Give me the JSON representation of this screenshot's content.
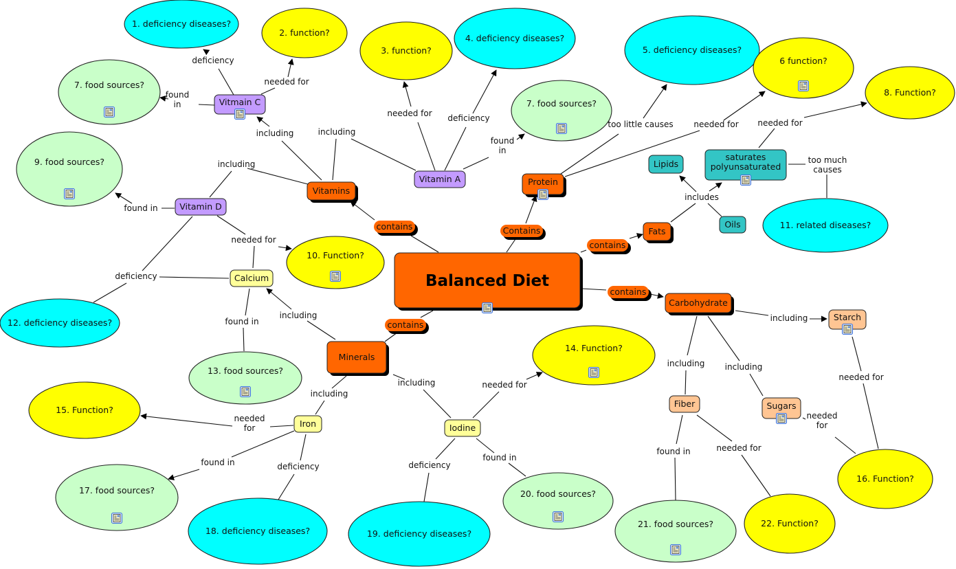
{
  "title": "Balanced Diet",
  "colors": {
    "main": "#ff6600",
    "vitamin_box": "#c39bff",
    "mineral_box": "#ffff99",
    "carb_box": "#ffc593",
    "fat_box": "#33c5c5",
    "function_oval": "#ffff00",
    "disease_oval": "#00ffff",
    "food_oval": "#c9ffc9"
  },
  "nodes": [
    {
      "id": "balanced",
      "text": "Balanced Diet",
      "kind": "root",
      "has_doc": true
    },
    {
      "id": "vitamins",
      "text": "Vitamins",
      "kind": "main"
    },
    {
      "id": "protein",
      "text": "Protein",
      "kind": "main",
      "has_doc": true
    },
    {
      "id": "fats",
      "text": "Fats",
      "kind": "main"
    },
    {
      "id": "carb",
      "text": "Carbohydrate",
      "kind": "main"
    },
    {
      "id": "minerals",
      "text": "Minerals",
      "kind": "main"
    },
    {
      "id": "c1",
      "text": "contains",
      "kind": "pill"
    },
    {
      "id": "c2",
      "text": "Contains",
      "kind": "pill"
    },
    {
      "id": "c3",
      "text": "contains",
      "kind": "pill"
    },
    {
      "id": "c4",
      "text": "contains",
      "kind": "pill"
    },
    {
      "id": "c5",
      "text": "contains",
      "kind": "pill"
    },
    {
      "id": "vitc",
      "text": "Vitmain C",
      "kind": "vitamin",
      "has_doc": true
    },
    {
      "id": "vita",
      "text": "Vitamin A",
      "kind": "vitamin"
    },
    {
      "id": "vitd",
      "text": "Vitamin D",
      "kind": "vitamin"
    },
    {
      "id": "calcium",
      "text": "Calcium",
      "kind": "mineral"
    },
    {
      "id": "iron",
      "text": "Iron",
      "kind": "mineral"
    },
    {
      "id": "iodine",
      "text": "Iodine",
      "kind": "mineral"
    },
    {
      "id": "lipids",
      "text": "Lipids",
      "kind": "fat"
    },
    {
      "id": "satpoly",
      "text": "saturates\npolyunsaturated",
      "kind": "fat",
      "has_doc": true
    },
    {
      "id": "oils",
      "text": "Oils",
      "kind": "fat"
    },
    {
      "id": "starch",
      "text": "Starch",
      "kind": "carb",
      "has_doc": true
    },
    {
      "id": "fiber",
      "text": "Fiber",
      "kind": "carb"
    },
    {
      "id": "sugars",
      "text": "Sugars",
      "kind": "carb",
      "has_doc": true
    },
    {
      "id": "q1",
      "text": "1.  deficiency diseases?",
      "kind": "disease"
    },
    {
      "id": "q2",
      "text": "2.    function?",
      "kind": "function"
    },
    {
      "id": "q3",
      "text": "3.    function?",
      "kind": "function"
    },
    {
      "id": "q4",
      "text": "4. deficiency diseases?",
      "kind": "disease"
    },
    {
      "id": "q5",
      "text": "5.    deficiency diseases?",
      "kind": "disease"
    },
    {
      "id": "q6",
      "text": "6     function?",
      "kind": "function",
      "has_doc": true
    },
    {
      "id": "q7a",
      "text": "7.    food sources?",
      "kind": "food",
      "has_doc": true
    },
    {
      "id": "q7b",
      "text": "7.    food sources?",
      "kind": "food",
      "has_doc": true
    },
    {
      "id": "q8",
      "text": "8.    Function?",
      "kind": "function"
    },
    {
      "id": "q9",
      "text": "9.  food sources?",
      "kind": "food",
      "has_doc": true
    },
    {
      "id": "q10",
      "text": "10.    Function?",
      "kind": "function",
      "has_doc": true
    },
    {
      "id": "q11",
      "text": "11.  related diseases?",
      "kind": "disease"
    },
    {
      "id": "q12",
      "text": "12.  deficiency diseases?",
      "kind": "disease"
    },
    {
      "id": "q13",
      "text": "13.  food sources?",
      "kind": "food",
      "has_doc": true
    },
    {
      "id": "q14",
      "text": "14.    Function?",
      "kind": "function",
      "has_doc": true
    },
    {
      "id": "q15",
      "text": "15.  Function?",
      "kind": "function"
    },
    {
      "id": "q16",
      "text": "16.  Function?",
      "kind": "function"
    },
    {
      "id": "q17",
      "text": "17.  food sources?",
      "kind": "food",
      "has_doc": true
    },
    {
      "id": "q18",
      "text": "18.    deficiency diseases?",
      "kind": "disease"
    },
    {
      "id": "q19",
      "text": "19.     deficiency diseases?",
      "kind": "disease"
    },
    {
      "id": "q20",
      "text": "20.    food sources?",
      "kind": "food",
      "has_doc": true
    },
    {
      "id": "q21",
      "text": "21.  food sources?",
      "kind": "food",
      "has_doc": true
    },
    {
      "id": "q22",
      "text": "22.    Function?",
      "kind": "function"
    }
  ],
  "link_labels": [
    {
      "id": "l_vitc_def",
      "text": "deficiency"
    },
    {
      "id": "l_vitc_need",
      "text": "needed for"
    },
    {
      "id": "l_vitc_found",
      "text": "found\nin"
    },
    {
      "id": "l_vit_inc_c",
      "text": "including"
    },
    {
      "id": "l_vit_inc_a",
      "text": "including"
    },
    {
      "id": "l_vit_inc_d",
      "text": "including"
    },
    {
      "id": "l_vita_need",
      "text": "needed for"
    },
    {
      "id": "l_vita_def",
      "text": "deficiency"
    },
    {
      "id": "l_vita_found",
      "text": "found\nin"
    },
    {
      "id": "l_vitd_found",
      "text": "found in"
    },
    {
      "id": "l_vitd_need",
      "text": "needed for"
    },
    {
      "id": "l_def_mid",
      "text": "deficiency"
    },
    {
      "id": "l_cal_found",
      "text": "found in"
    },
    {
      "id": "l_min_inc_cal",
      "text": "including"
    },
    {
      "id": "l_prot_little",
      "text": "too little causes"
    },
    {
      "id": "l_prot_need",
      "text": "needed for"
    },
    {
      "id": "l_sat_need",
      "text": "needed for"
    },
    {
      "id": "l_sat_much",
      "text": "too much\ncauses"
    },
    {
      "id": "l_fats_inc",
      "text": "includes"
    },
    {
      "id": "l_carb_inc_starch",
      "text": "including"
    },
    {
      "id": "l_carb_inc_fiber",
      "text": "including"
    },
    {
      "id": "l_carb_inc_sugar",
      "text": "including"
    },
    {
      "id": "l_starch_need",
      "text": "needed for"
    },
    {
      "id": "l_sugar_need",
      "text": "needed\nfor"
    },
    {
      "id": "l_fiber_found",
      "text": "found in"
    },
    {
      "id": "l_fiber_need",
      "text": "needed for"
    },
    {
      "id": "l_min_inc_iron",
      "text": "including"
    },
    {
      "id": "l_min_inc_iod",
      "text": "including"
    },
    {
      "id": "l_iron_need",
      "text": "needed\nfor"
    },
    {
      "id": "l_iron_found",
      "text": "found in"
    },
    {
      "id": "l_iron_def",
      "text": "deficiency"
    },
    {
      "id": "l_iod_need",
      "text": "needed for"
    },
    {
      "id": "l_iod_def",
      "text": "deficiency"
    },
    {
      "id": "l_iod_found",
      "text": "found in"
    }
  ]
}
